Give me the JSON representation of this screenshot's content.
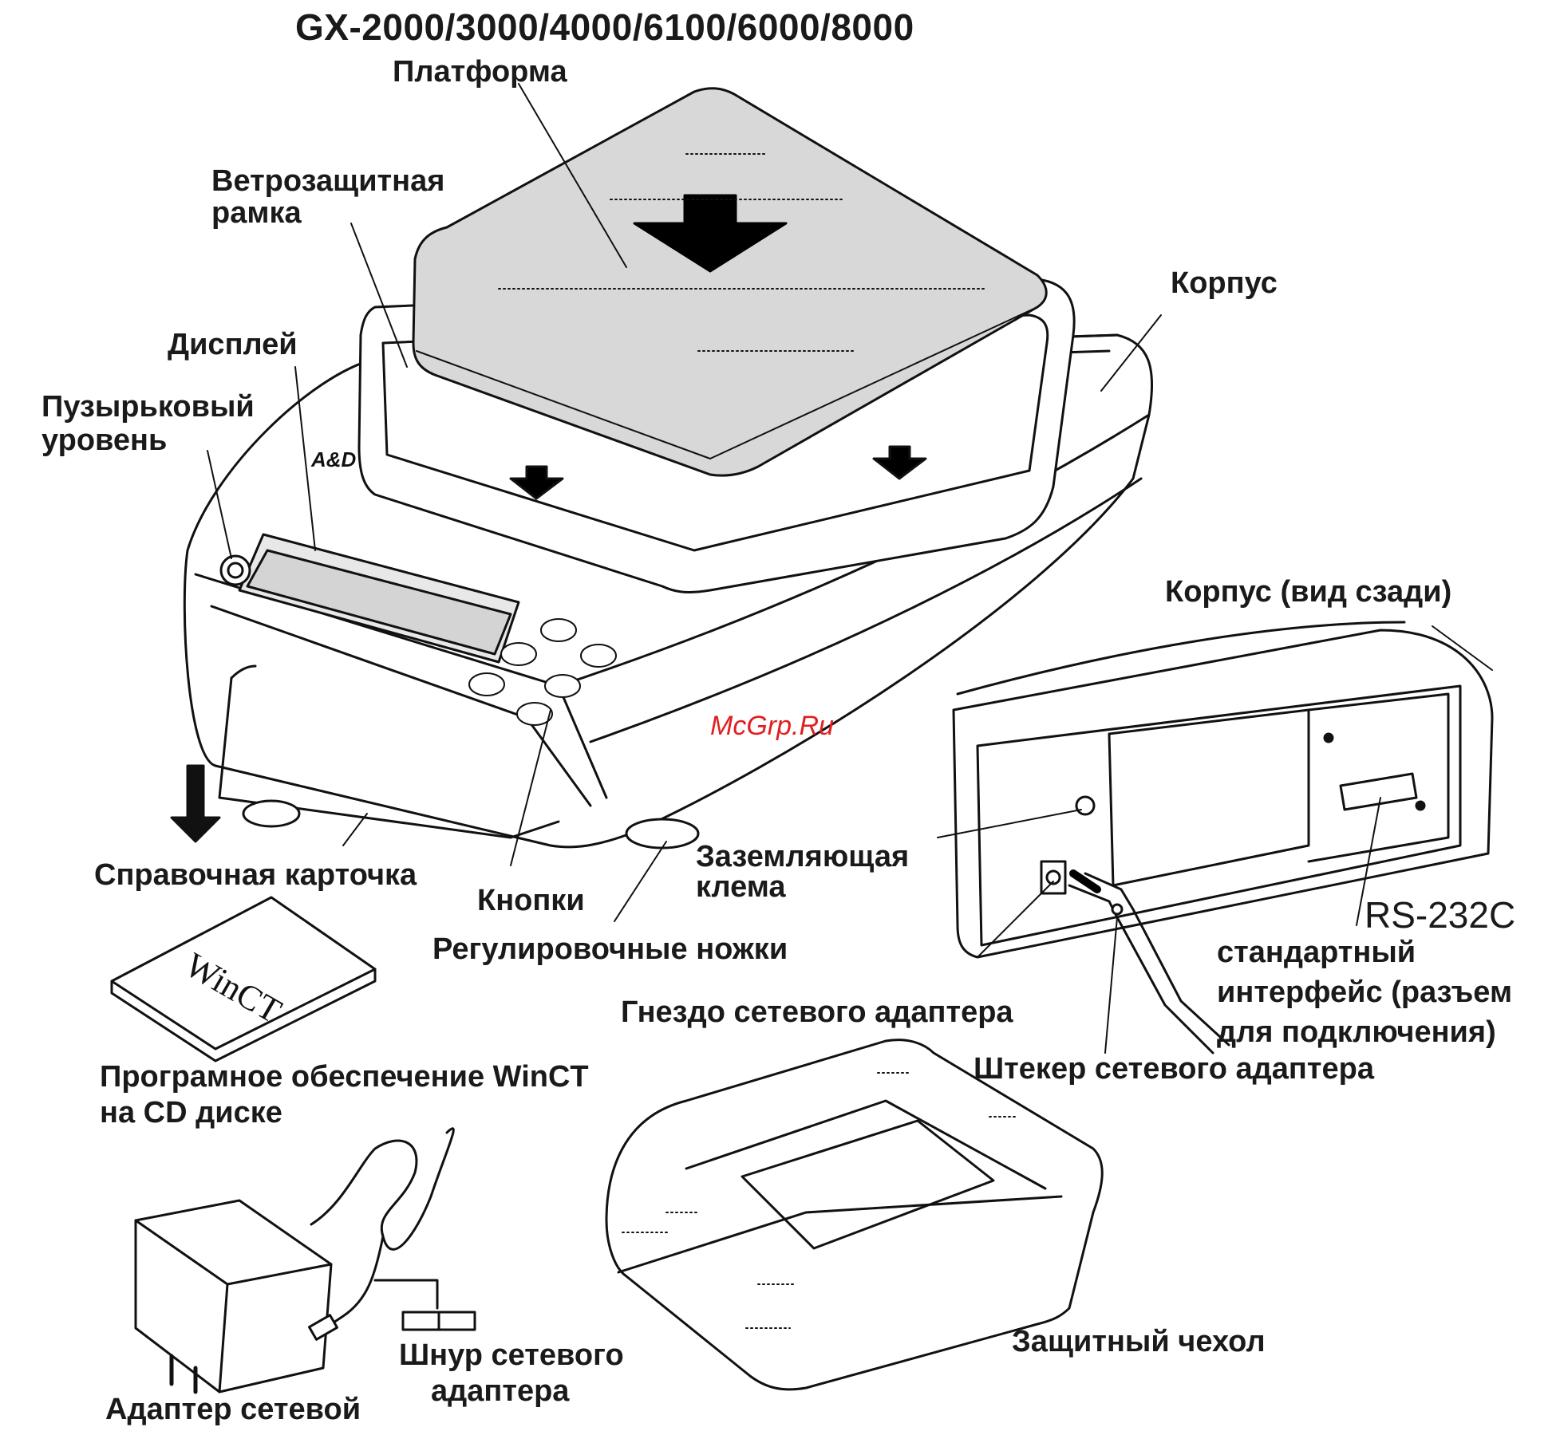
{
  "title": "GX-2000/3000/4000/6100/6000/8000",
  "labels": {
    "platform": "Платформа",
    "windshield_line1": "Ветрозащитная",
    "windshield_line2": "рамка",
    "body": "Корпус",
    "display": "Дисплей",
    "level_line1": "Пузырьковый",
    "level_line2": "уровень",
    "ref_card": "Справочная карточка",
    "buttons": "Кнопки",
    "feet": "Регулировочные ножки",
    "body_rear": "Корпус (вид сзади)",
    "ground_line1": "Заземляющая",
    "ground_line2": "клема",
    "rs232": "RS-232C",
    "interface_line1": "стандартный",
    "interface_line2": "интерфейс (разъем",
    "interface_line3": "для подключения)",
    "adapter_jack": "Гнездо сетевого адаптера",
    "adapter_plug": "Штекер сетевого адаптера",
    "software_line1": "Програмное обеспечение WinCT",
    "software_line2": "на CD диске",
    "cord_line1": "Шнур сетевого",
    "cord_line2": "адаптера",
    "adapter": "Адаптер сетевой",
    "cover": "Защитный чехол"
  },
  "drawing_text": {
    "brand": "A&D",
    "cd_label": "WinCT"
  },
  "watermark": "McGrp.Ru"
}
